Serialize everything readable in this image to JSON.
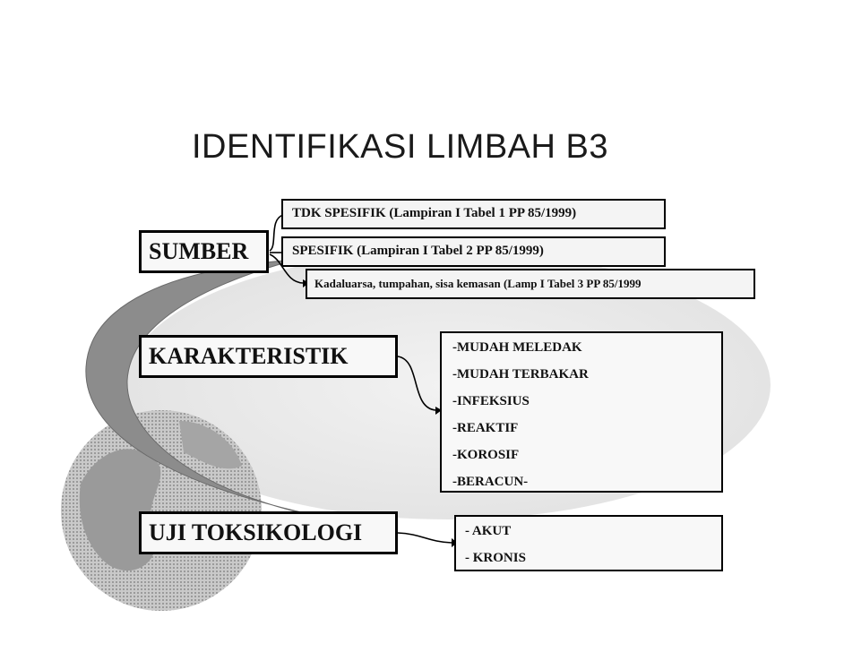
{
  "title": "IDENTIFIKASI LIMBAH B3",
  "sumber": {
    "label": "SUMBER",
    "items": [
      "TDK SPESIFIK (Lampiran I Tabel 1 PP 85/1999)",
      "SPESIFIK (Lampiran I Tabel 2 PP 85/1999)",
      "Kadaluarsa, tumpahan, sisa kemasan (Lamp I Tabel 3 PP 85/1999"
    ]
  },
  "karakteristik": {
    "label": "KARAKTERISTIK",
    "items": [
      "-MUDAH MELEDAK",
      "-MUDAH TERBAKAR",
      "-INFEKSIUS",
      "-REAKTIF",
      "-KOROSIF",
      "-BERACUN-"
    ]
  },
  "uji": {
    "label": "UJI TOKSIKOLOGI",
    "items": [
      "- AKUT",
      "- KRONIS"
    ]
  },
  "colors": {
    "swoosh": "#8c8c8c",
    "globe": "#b5b5b5",
    "border": "#000000"
  }
}
